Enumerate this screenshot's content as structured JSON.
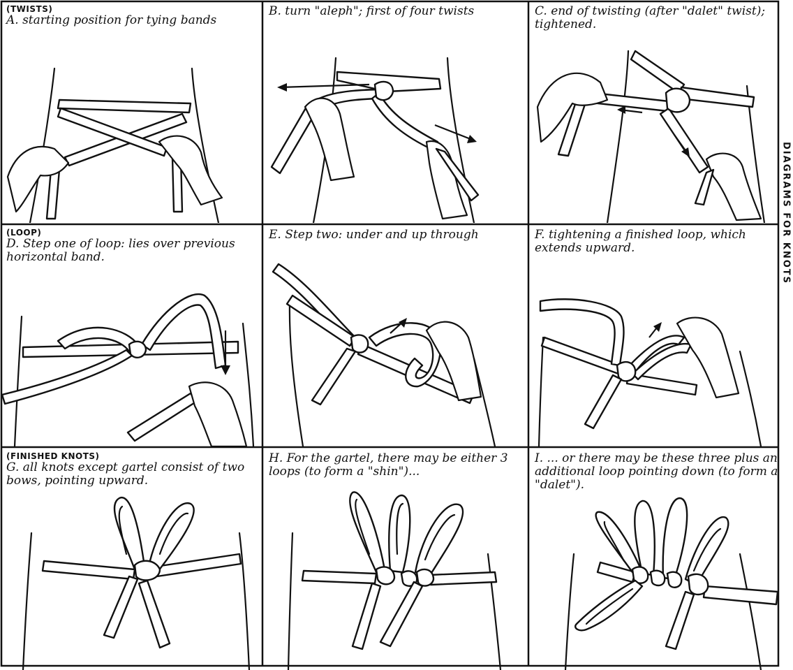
{
  "figure": {
    "side_label": "DIAGRAMS FOR KNOTS"
  },
  "panels": [
    {
      "section": "(TWISTS)",
      "caption": "A. starting position for tying bands"
    },
    {
      "section": "",
      "caption": "B. turn \"aleph\"; first of four twists"
    },
    {
      "section": "",
      "caption": "C. end of twisting (after \"dalet\" twist); tightened."
    },
    {
      "section": "(LOOP)",
      "caption": "D. Step one of loop: lies over previous horizontal band."
    },
    {
      "section": "",
      "caption": "E. Step two: under and up through"
    },
    {
      "section": "",
      "caption": "F. tightening a finished loop, which extends upward."
    },
    {
      "section": "(FINISHED KNOTS)",
      "caption": "G. all knots except gartel consist of two bows, pointing upward."
    },
    {
      "section": "",
      "caption": "H. For the gartel, there may be either 3 loops (to form a \"shin\")..."
    },
    {
      "section": "",
      "caption": "I. ... or there may be these three plus an additional loop pointing down (to form a \"dalet\")."
    }
  ]
}
